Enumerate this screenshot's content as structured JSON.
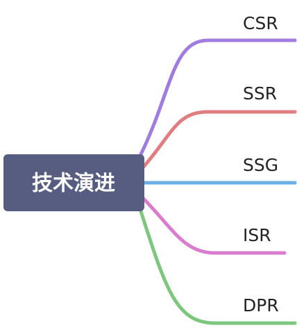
{
  "root": {
    "label": "技术演进",
    "fill_color": "#575d80"
  },
  "branches": [
    {
      "label": "CSR",
      "color": "#a07ce0"
    },
    {
      "label": "SSR",
      "color": "#e07d80"
    },
    {
      "label": "SSG",
      "color": "#6aaee6"
    },
    {
      "label": "ISR",
      "color": "#d97cce"
    },
    {
      "label": "DPR",
      "color": "#7cc67e"
    }
  ]
}
